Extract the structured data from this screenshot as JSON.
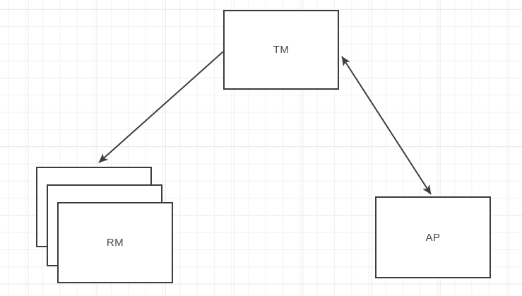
{
  "diagram": {
    "nodes": {
      "tm": {
        "label": "TM"
      },
      "rm": {
        "label": "RM",
        "style": "stacked-multiple"
      },
      "ap": {
        "label": "AP"
      }
    },
    "edges": [
      {
        "from": "TM",
        "to": "RM",
        "arrowheads": "single",
        "points_to": "RM"
      },
      {
        "from": "TM",
        "to": "AP",
        "arrowheads": "double",
        "points_to": "TM and AP"
      }
    ],
    "colors": {
      "background": "#ffffff",
      "grid_line": "#f2f2f2",
      "grid_major": "#e9e9e9",
      "shape_border": "#3c3c3c",
      "shape_fill": "#ffffff",
      "label_text": "#4a4a4a",
      "connector": "#3f3f3f"
    }
  }
}
